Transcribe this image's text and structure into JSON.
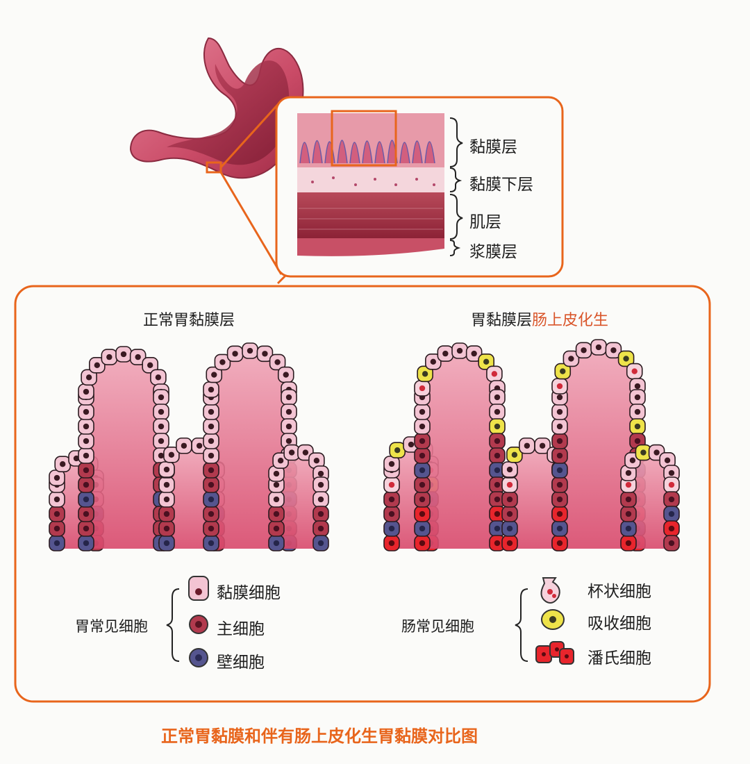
{
  "layers": {
    "mucosa": "黏膜层",
    "submucosa": "黏膜下层",
    "muscularis": "肌层",
    "serosa": "浆膜层"
  },
  "normal_panel": {
    "title": "正常胃黏膜层",
    "legend_group": "胃常见细胞",
    "cells": [
      "黏膜细胞",
      "主细胞",
      "壁细胞"
    ]
  },
  "metaplasia_panel": {
    "title_prefix": "胃黏膜层",
    "title_highlight": "肠上皮化生",
    "legend_group": "肠常见细胞",
    "cells": [
      "杯状细胞",
      "吸收细胞",
      "潘氏细胞"
    ]
  },
  "caption": "正常胃黏膜和伴有肠上皮化生胃黏膜对比图",
  "colors": {
    "accent_orange": "#e8651c",
    "mucous_cell": "#f3c4d3",
    "chief_cell": "#7a2232",
    "parietal_cell": "#4a4f8a",
    "goblet_cell": "#f6d2dc",
    "absorptive_cell": "#eee34a",
    "paneth_cell": "#e8252c"
  }
}
